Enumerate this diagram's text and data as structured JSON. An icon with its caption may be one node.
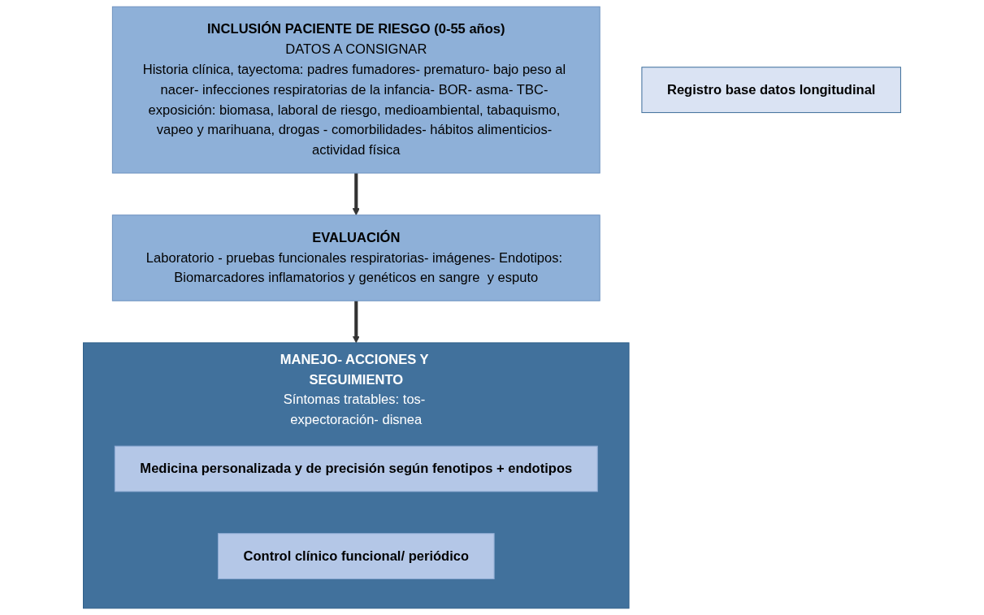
{
  "diagram": {
    "nodes": [
      {
        "text": [
          "INCLUSIÓN PACIENTE DE RIESGO (0-55 años)",
          "DATOS A CONSIGNAR",
          "Historia clínica, tayectoma: padres fumadores- prematuro- bajo peso al nacer- infecciones respiratorias de la infancia- BOR- asma- TBC- exposición: biomasa, laboral de riesgo, medioambiental, tabaquismo, vapeo y marihuana, drogas - comorbilidades- hábitos alimenticios- actividad física"
        ]
      },
      {
        "text": [
          "EVALUACIÓN",
          "Laboratorio - pruebas funcionales respiratorias- imágenes- Endotipos: Biomarcadores inflamatorios y genéticos en sangre  y esputo"
        ]
      },
      {
        "text": [
          "MANEJO- ACCIONES Y SEGUIMIENTO",
          "Síntomas tratables: tos- expectoración- disnea"
        ]
      },
      {
        "text": [
          "Medicina personalizada y de precisión según fenotipos + endotipos"
        ],
        "in": 2
      },
      {
        "text": [
          "Control clínico funcional/ periódico"
        ],
        "in": 2
      },
      {
        "text": [
          "Registro base datos longitudinal"
        ]
      }
    ],
    "edges": [
      {
        "from": 0,
        "to": 1,
        "arrow": "to"
      },
      {
        "from": 1,
        "to": 2,
        "arrow": "to"
      }
    ]
  }
}
